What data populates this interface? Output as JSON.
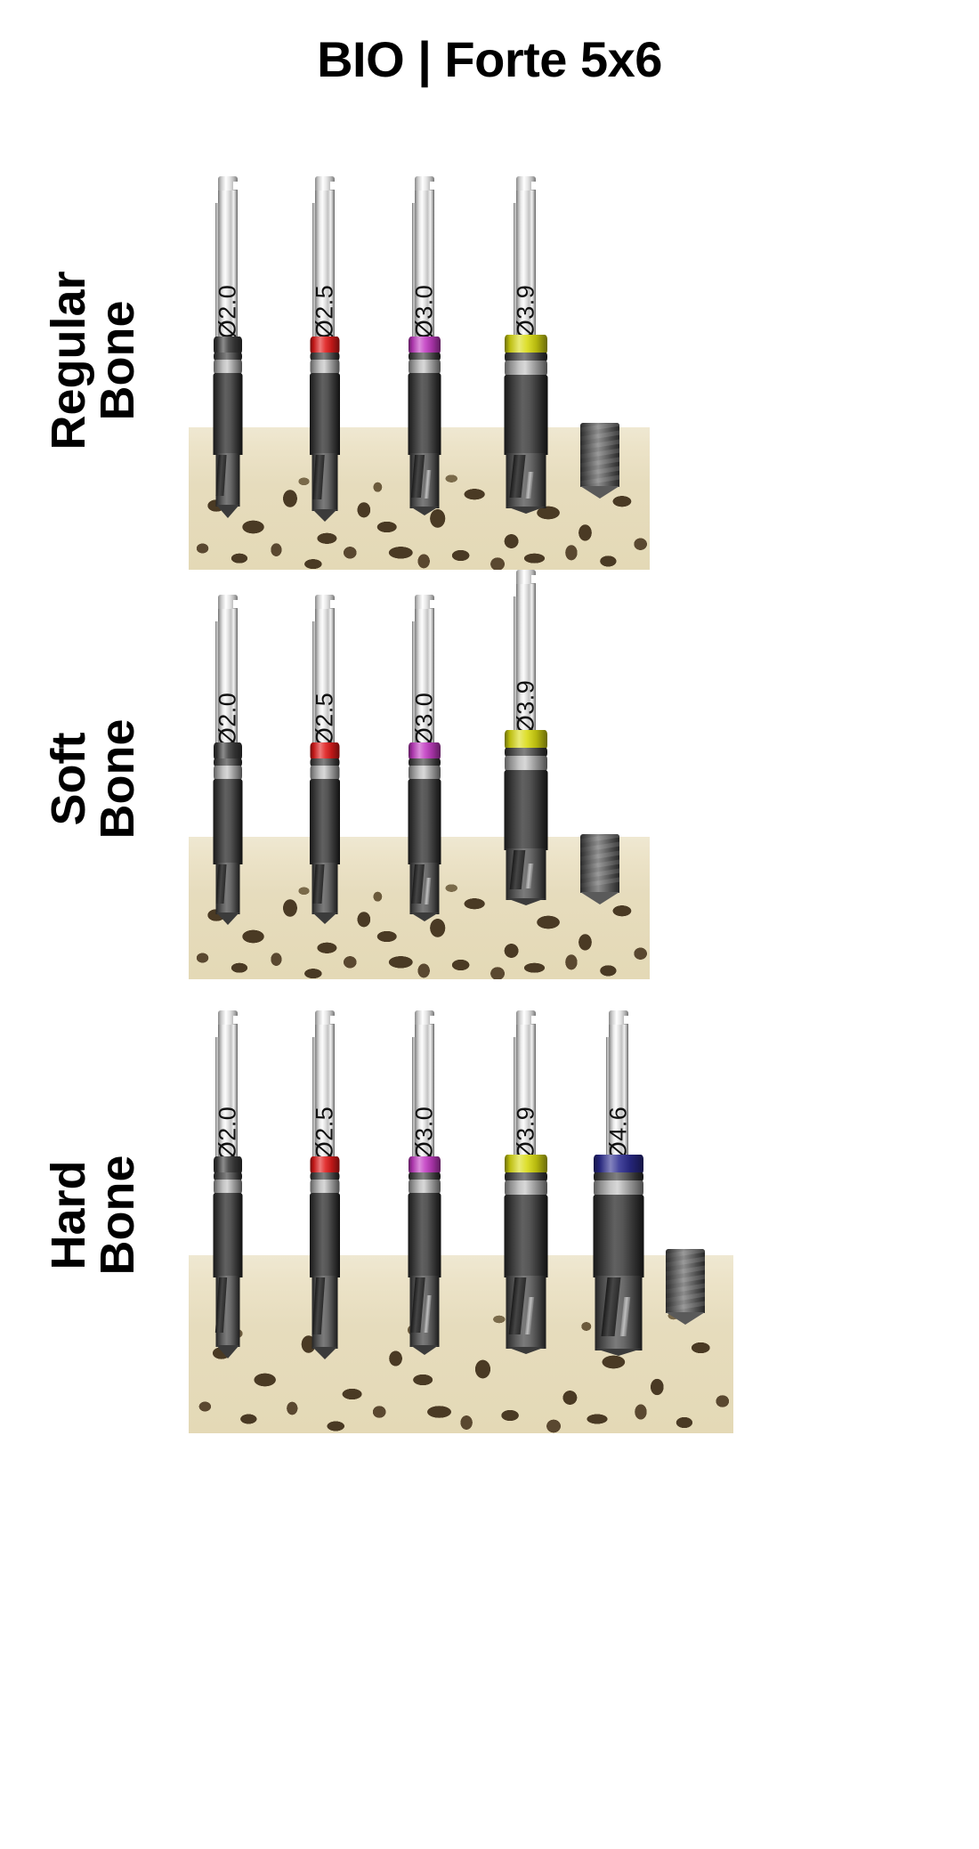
{
  "title": "BIO | Forte 5x6",
  "colors": {
    "band_none": "#3a3a3a",
    "band_red": "#e01b1b",
    "band_purple": "#c23bc2",
    "band_yellow": "#d9db11",
    "band_blue": "#2b2b8f",
    "bone_cortical": "#ece3c8",
    "bone_trabecular": "#4a3a24",
    "steel": "#8c8c8c",
    "title_color": "#000000"
  },
  "rows": [
    {
      "id": "regular-bone",
      "label_line1": "Regular",
      "label_line2": "Bone",
      "drills": [
        {
          "diameter": "Ø2.0",
          "band": "none",
          "band_color": "#3a3a3a"
        },
        {
          "diameter": "Ø2.5",
          "band": "red",
          "band_color": "#e01b1b"
        },
        {
          "diameter": "Ø3.0",
          "band": "purple",
          "band_color": "#c23bc2"
        },
        {
          "diameter": "Ø3.9",
          "band": "yellow",
          "band_color": "#d9db11"
        }
      ],
      "implant": "implant-5x6"
    },
    {
      "id": "soft-bone",
      "label_line1": "Soft",
      "label_line2": "Bone",
      "drills": [
        {
          "diameter": "Ø2.0",
          "band": "none",
          "band_color": "#3a3a3a"
        },
        {
          "diameter": "Ø2.5",
          "band": "red",
          "band_color": "#e01b1b"
        },
        {
          "diameter": "Ø3.0",
          "band": "purple",
          "band_color": "#c23bc2"
        },
        {
          "diameter": "Ø3.9",
          "band": "yellow",
          "band_color": "#d9db11"
        }
      ],
      "implant": "implant-5x6"
    },
    {
      "id": "hard-bone",
      "label_line1": "Hard",
      "label_line2": "Bone",
      "drills": [
        {
          "diameter": "Ø2.0",
          "band": "none",
          "band_color": "#3a3a3a"
        },
        {
          "diameter": "Ø2.5",
          "band": "red",
          "band_color": "#e01b1b"
        },
        {
          "diameter": "Ø3.0",
          "band": "purple",
          "band_color": "#c23bc2"
        },
        {
          "diameter": "Ø3.9",
          "band": "yellow",
          "band_color": "#d9db11"
        },
        {
          "diameter": "Ø4.6",
          "band": "blue",
          "band_color": "#2b2b8f"
        }
      ],
      "implant": "implant-5x6"
    }
  ]
}
